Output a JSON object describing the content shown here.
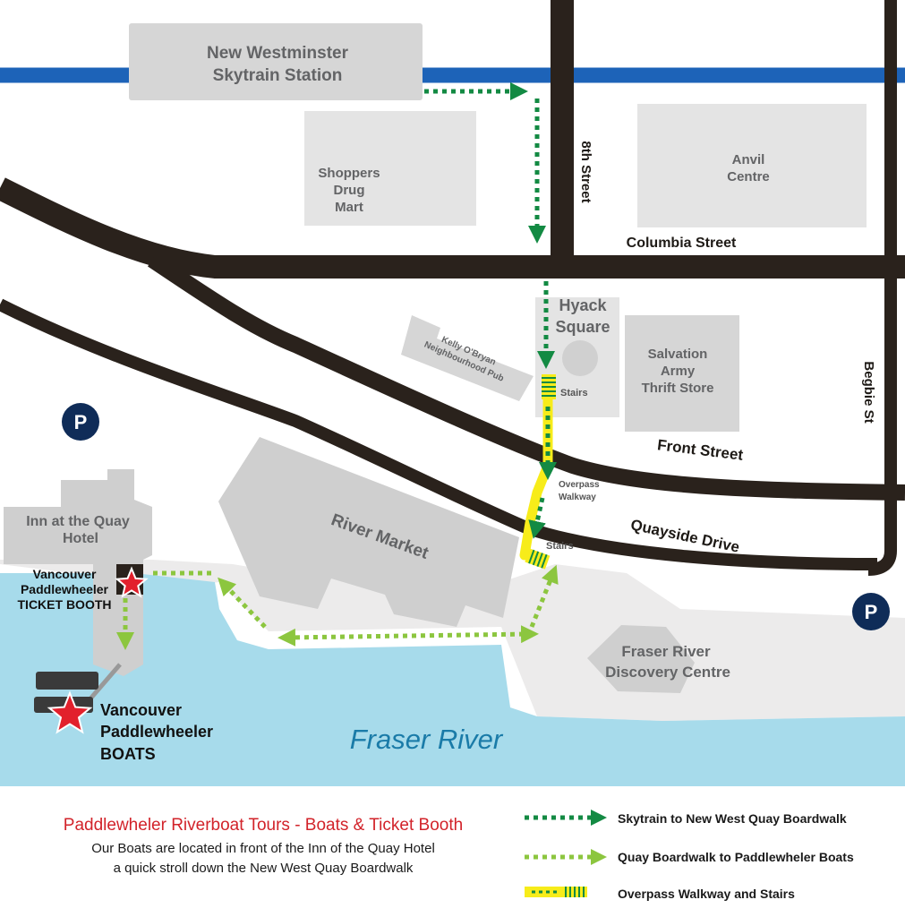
{
  "map": {
    "stations": {
      "skytrain_line1": "New Westminster",
      "skytrain_line2": "Skytrain Station"
    },
    "buildings": {
      "shoppers": [
        "Shoppers",
        "Drug",
        "Mart"
      ],
      "anvil": [
        "Anvil",
        "Centre"
      ],
      "hyack": [
        "Hyack",
        "Square"
      ],
      "salvation": [
        "Salvation",
        "Army",
        "Thrift Store"
      ],
      "kelly": [
        "Kelly O'Bryan",
        "Neighbourhood Pub"
      ],
      "river_market": "River Market",
      "inn": [
        "Inn at the Quay",
        "Hotel"
      ],
      "discovery": [
        "Fraser River",
        "Discovery Centre"
      ]
    },
    "streets": {
      "eighth": "8th Street",
      "columbia": "Columbia Street",
      "front": "Front Street",
      "quayside": "Quayside Drive",
      "begbie": "Begbie St"
    },
    "labels": {
      "stairs_top": "Stairs",
      "overpass": [
        "Overpass",
        "Walkway"
      ],
      "stairs_bottom": "Stairs",
      "parking": "P",
      "ticket_booth": [
        "Vancouver",
        "Paddlewheeler",
        "TICKET BOOTH"
      ],
      "boats": [
        "Vancouver",
        "Paddlewheeler",
        "BOATS"
      ],
      "river": "Fraser River"
    },
    "colors": {
      "water": "#a7dbeb",
      "skytrain": "#1d63b8",
      "road": "#2a221c",
      "building": "#d6d6d6",
      "route_dark_green": "#138a43",
      "route_light_green": "#8cc63f",
      "overpass_yellow": "#f7ec1a",
      "star": "#e2202c",
      "parking": "#0f2c58"
    }
  },
  "footer": {
    "title": "Paddlewheler Riverboat Tours - Boats & Ticket Booth",
    "line1": "Our Boats are located in front of the Inn of the Quay Hotel",
    "line2": "a quick stroll down the New West Quay Boardwalk"
  },
  "legend": [
    {
      "label": "Skytrain to New West Quay Boardwalk",
      "icon": "dark-green-dotted-arrow"
    },
    {
      "label": "Quay Boardwalk to Paddlewheler Boats",
      "icon": "light-green-dotted-arrow"
    },
    {
      "label": "Overpass Walkway and Stairs",
      "icon": "yellow-stairs"
    }
  ]
}
